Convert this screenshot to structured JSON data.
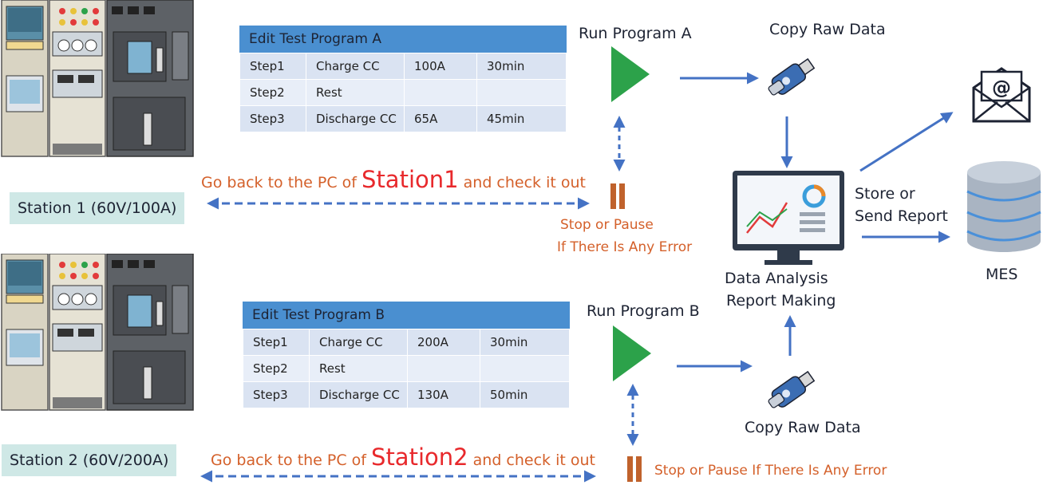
{
  "program_a": {
    "title": "Edit Test Program A",
    "rows": [
      [
        "Step1",
        "Charge CC",
        "100A",
        "30min"
      ],
      [
        "Step2",
        "Rest",
        "",
        ""
      ],
      [
        "Step3",
        "Discharge CC",
        "65A",
        "45min"
      ]
    ]
  },
  "program_b": {
    "title": "Edit Test Program B",
    "rows": [
      [
        "Step1",
        "Charge CC",
        "200A",
        "30min"
      ],
      [
        "Step2",
        "Rest",
        "",
        ""
      ],
      [
        "Step3",
        "Discharge CC",
        "130A",
        "50min"
      ]
    ]
  },
  "station1": {
    "label": "Station 1 (60V/100A)",
    "goback_prefix": "Go back to the PC of ",
    "goback_station": "Station1",
    "goback_suffix": " and check it out",
    "error_line1": "Stop or Pause",
    "error_line2": "If There Is Any Error",
    "run_label": "Run Program A",
    "copy_label": "Copy Raw Data"
  },
  "station2": {
    "label": "Station 2 (60V/200A)",
    "goback_prefix": "Go back to the PC of ",
    "goback_station": "Station2",
    "goback_suffix": " and check it out",
    "error_text": "Stop or Pause If There Is Any Error",
    "run_label": "Run Program B",
    "copy_label": "Copy Raw Data"
  },
  "center": {
    "analysis_line1": "Data Analysis",
    "analysis_line2": "Report Making",
    "store_line1": "Store or",
    "store_line2": "Send Report",
    "mes_label": "MES"
  },
  "colors": {
    "arrow": "#4472c4",
    "play": "#2ca24a",
    "pause": "#c0622c",
    "table_header": "#4a8fd0",
    "table_row": "#dae3f2",
    "station_bg": "#cfe8e6",
    "error_text": "#d4602a",
    "station_name": "#e8292c"
  }
}
